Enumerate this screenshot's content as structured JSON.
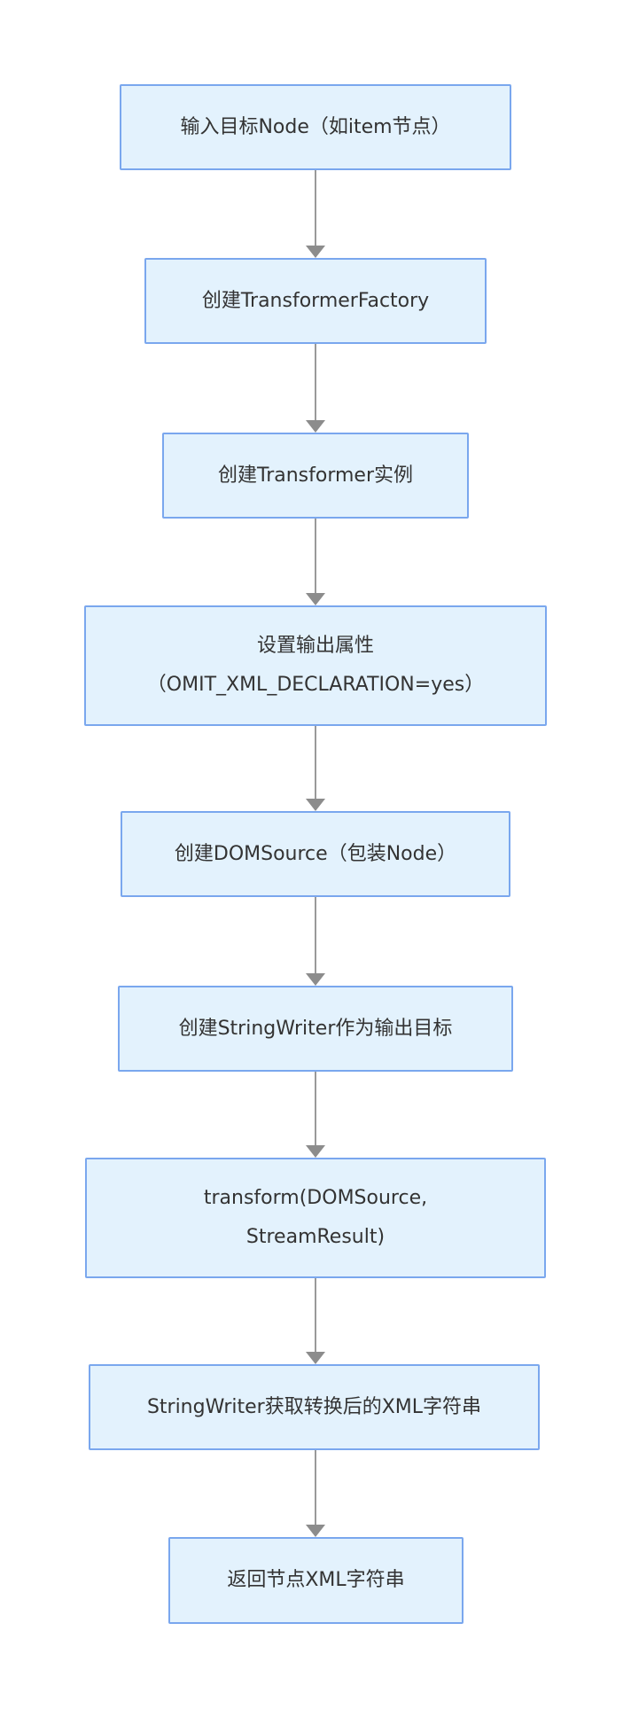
{
  "flowchart": {
    "type": "vertical-flowchart",
    "nodes": [
      {
        "id": "n1",
        "label": "输入目标Node（如item节点）"
      },
      {
        "id": "n2",
        "label": "创建TransformerFactory"
      },
      {
        "id": "n3",
        "label": "创建Transformer实例"
      },
      {
        "id": "n4",
        "label": "设置输出属性\n（OMIT_XML_DECLARATION=yes）"
      },
      {
        "id": "n5",
        "label": "创建DOMSource（包装Node）"
      },
      {
        "id": "n6",
        "label": "创建StringWriter作为输出目标"
      },
      {
        "id": "n7",
        "label": "transform(DOMSource,\nStreamResult)"
      },
      {
        "id": "n8",
        "label": "StringWriter获取转换后的XML字符串"
      },
      {
        "id": "n9",
        "label": "返回节点XML字符串"
      }
    ],
    "edges": [
      {
        "from": "n1",
        "to": "n2"
      },
      {
        "from": "n2",
        "to": "n3"
      },
      {
        "from": "n3",
        "to": "n4"
      },
      {
        "from": "n4",
        "to": "n5"
      },
      {
        "from": "n5",
        "to": "n6"
      },
      {
        "from": "n6",
        "to": "n7"
      },
      {
        "from": "n7",
        "to": "n8"
      },
      {
        "from": "n8",
        "to": "n9"
      }
    ],
    "colors": {
      "node_fill": "#e3f2fd",
      "node_border": "#7aa7ee",
      "arrow_line": "#999999",
      "arrow_head": "#8c8c8c",
      "text": "#333333",
      "background": "#ffffff"
    }
  }
}
